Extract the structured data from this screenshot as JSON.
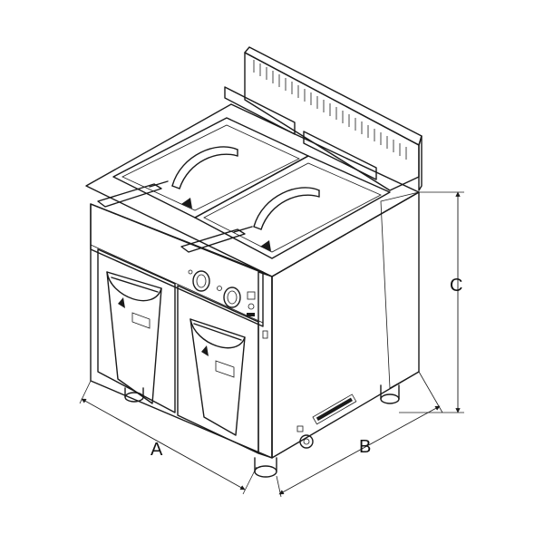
{
  "diagram": {
    "dimension_labels": {
      "width": "A",
      "depth": "B",
      "height": "C"
    },
    "colors": {
      "stroke": "#1a1a1a",
      "side_fill": "#d9d9d9",
      "shadow_fill": "#555555",
      "background": "#ffffff"
    },
    "icons": [
      "warning-triangle-icon",
      "control-knob-icon",
      "ce-mark-icon",
      "gas-connector-icon"
    ]
  }
}
